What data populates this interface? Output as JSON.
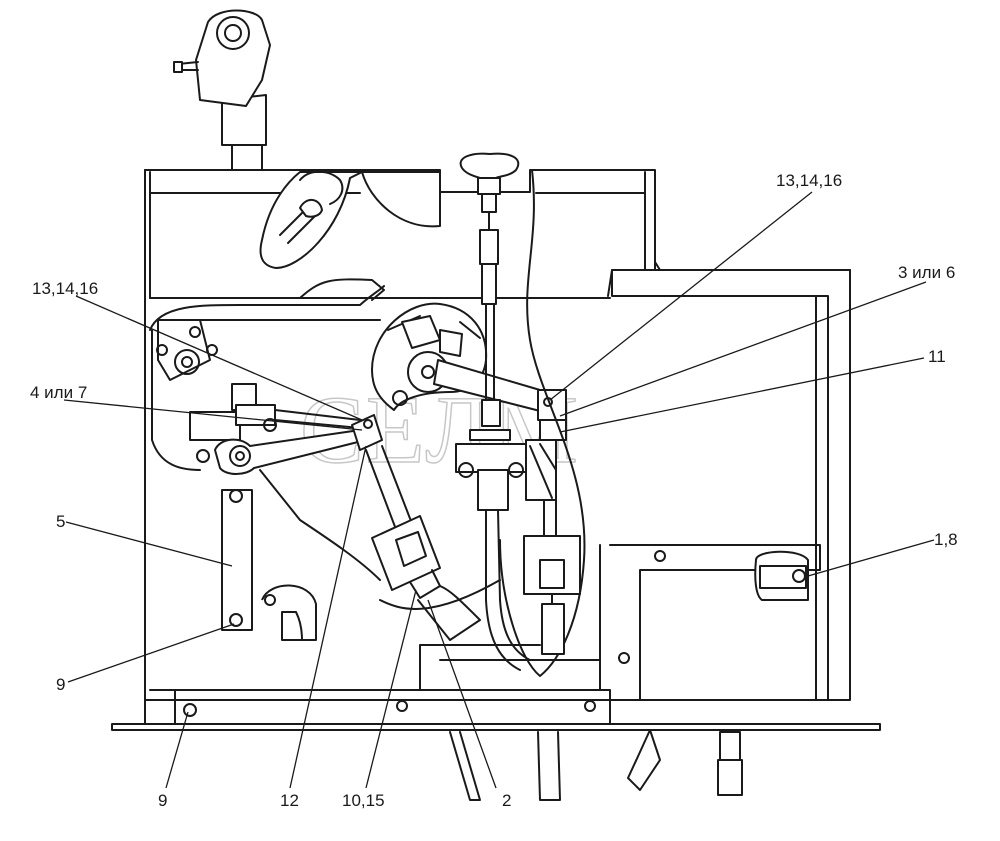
{
  "watermark": "СЕЛМ",
  "callouts": [
    {
      "id": "c-13-14-16-right",
      "text": "13,14,16"
    },
    {
      "id": "c-13-14-16-left",
      "text": "13,14,16"
    },
    {
      "id": "c-3-ili-6",
      "text": "3 или 6"
    },
    {
      "id": "c-11",
      "text": "11"
    },
    {
      "id": "c-4-ili-7",
      "text": "4 или 7"
    },
    {
      "id": "c-5",
      "text": "5"
    },
    {
      "id": "c-1-8",
      "text": "1,8"
    },
    {
      "id": "c-9-left",
      "text": "9"
    },
    {
      "id": "c-9-bottom",
      "text": "9"
    },
    {
      "id": "c-12",
      "text": "12"
    },
    {
      "id": "c-10-15",
      "text": "10,15"
    },
    {
      "id": "c-2",
      "text": "2"
    }
  ]
}
